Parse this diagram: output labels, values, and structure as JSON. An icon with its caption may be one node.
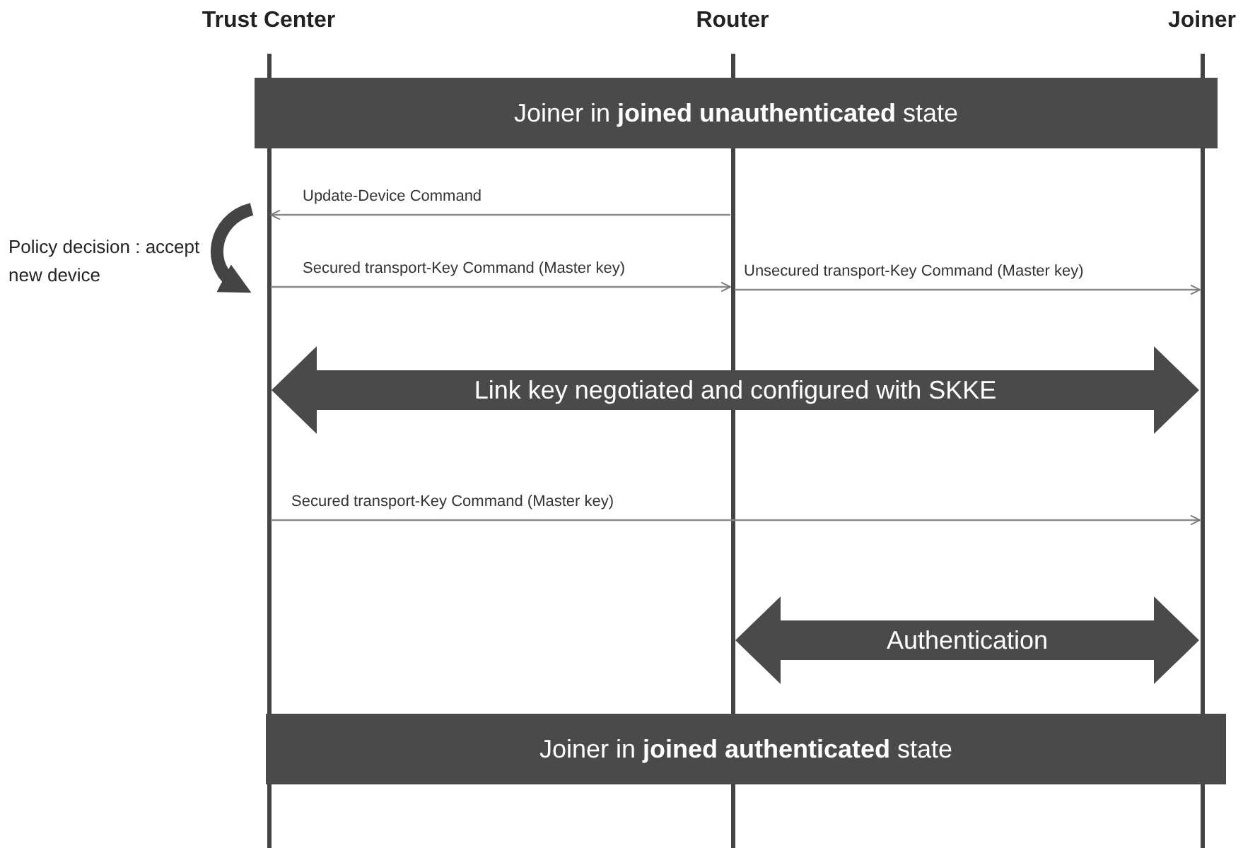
{
  "diagram": {
    "nodes": [
      {
        "text": [
          "Trust Center"
        ]
      },
      {
        "text": [
          "Router"
        ]
      },
      {
        "text": [
          "Joiner"
        ]
      },
      {
        "text": [
          "Joiner in **joined unauthenticated** state"
        ]
      },
      {
        "text": [
          "Joiner in **joined authenticated** state"
        ]
      }
    ],
    "edges": [
      {
        "from": 1,
        "to": 0,
        "arrow": "to",
        "label": "Update-Device Command"
      },
      {
        "from": 0,
        "to": 1,
        "arrow": "to",
        "label": "Secured transport-Key Command (Master key)"
      },
      {
        "from": 1,
        "to": 2,
        "arrow": "to",
        "label": "Unsecured transport-Key Command (Master key)"
      },
      {
        "from": 0,
        "to": 2,
        "arrow": "both",
        "label": "Link key negotiated and configured with SKKE",
        "style": "thick",
        "color": "#4a4a4a"
      },
      {
        "from": 0,
        "to": 2,
        "arrow": "to",
        "label": "Secured transport-Key Command (Master key)"
      },
      {
        "from": 1,
        "to": 2,
        "arrow": "both",
        "label": "Authentication",
        "style": "thick",
        "color": "#4a4a4a"
      }
    ],
    "labels": [
      "Policy decision : accept new device"
    ]
  }
}
